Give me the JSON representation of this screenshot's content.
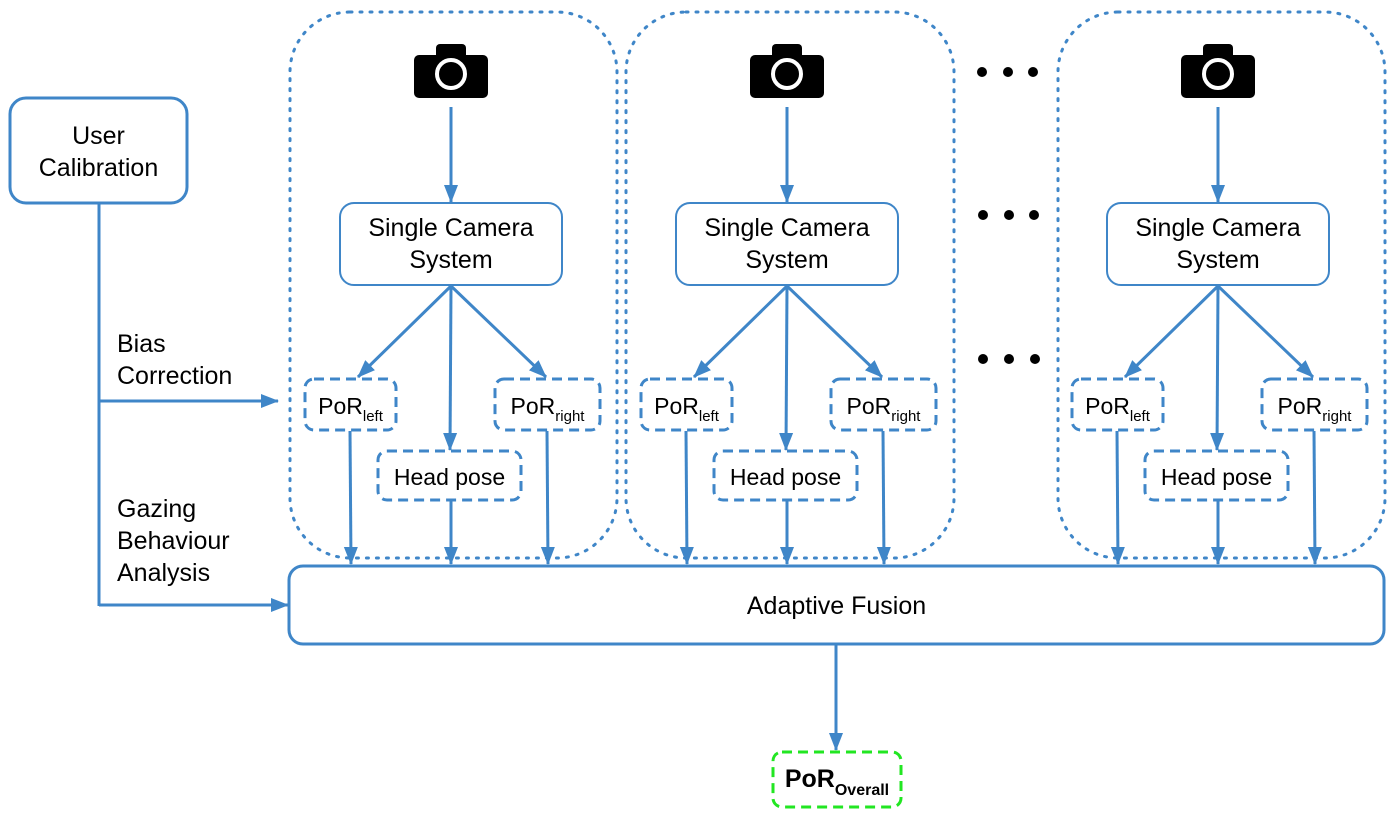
{
  "colors": {
    "line": "#3f86c8",
    "output_border": "#22e622",
    "text": "#000000",
    "camera": "#000000",
    "background": "#ffffff"
  },
  "user_calibration": {
    "line1": "User",
    "line2": "Calibration"
  },
  "side_labels": {
    "bias_correction": {
      "line1": "Bias",
      "line2": "Correction"
    },
    "gazing_behaviour_analysis": {
      "line1": "Gazing",
      "line2": "Behaviour",
      "line3": "Analysis"
    }
  },
  "camera_units": [
    {
      "camera_icon": "camera-icon",
      "system": {
        "line1": "Single Camera",
        "line2": "System"
      },
      "por_left": {
        "base": "PoR",
        "sub": "left"
      },
      "por_right": {
        "base": "PoR",
        "sub": "right"
      },
      "head_pose": "Head pose"
    },
    {
      "camera_icon": "camera-icon",
      "system": {
        "line1": "Single Camera",
        "line2": "System"
      },
      "por_left": {
        "base": "PoR",
        "sub": "left"
      },
      "por_right": {
        "base": "PoR",
        "sub": "right"
      },
      "head_pose": "Head pose"
    },
    {
      "camera_icon": "camera-icon",
      "system": {
        "line1": "Single Camera",
        "line2": "System"
      },
      "por_left": {
        "base": "PoR",
        "sub": "left"
      },
      "por_right": {
        "base": "PoR",
        "sub": "right"
      },
      "head_pose": "Head pose"
    }
  ],
  "ellipsis_icon": "ellipsis-icon",
  "fusion": {
    "label": "Adaptive Fusion"
  },
  "output": {
    "base": "PoR",
    "sub": "Overall"
  }
}
